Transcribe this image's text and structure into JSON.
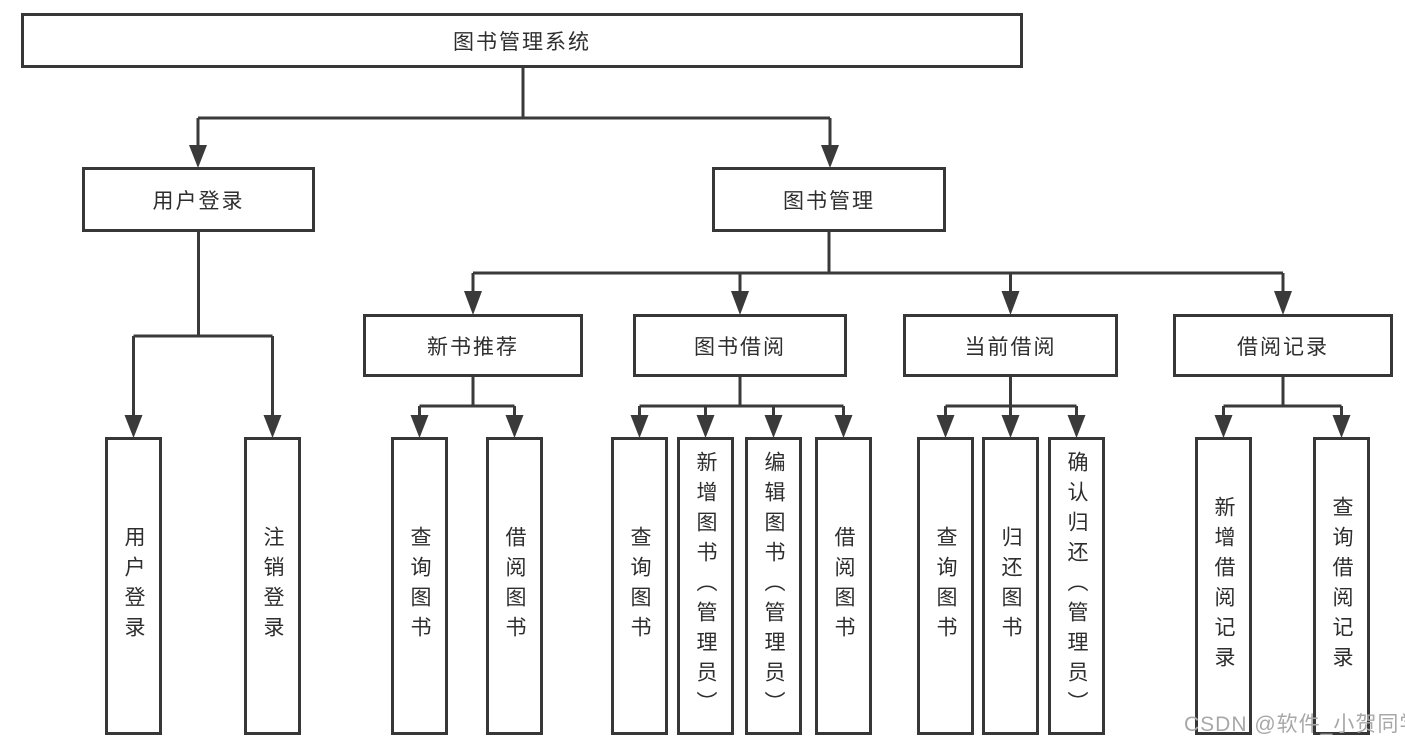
{
  "tree": {
    "root": {
      "label": "图书管理系统"
    },
    "children": [
      {
        "label": "用户登录",
        "children": [
          {
            "label": "用户登录"
          },
          {
            "label": "注销登录"
          }
        ]
      },
      {
        "label": "图书管理",
        "children": [
          {
            "label": "新书推荐",
            "children": [
              {
                "label": "查询图书"
              },
              {
                "label": "借阅图书"
              }
            ]
          },
          {
            "label": "图书借阅",
            "children": [
              {
                "label": "查询图书"
              },
              {
                "label": "新增图书（管理员）"
              },
              {
                "label": "编辑图书（管理员）"
              },
              {
                "label": "借阅图书"
              }
            ]
          },
          {
            "label": "当前借阅",
            "children": [
              {
                "label": "查询图书"
              },
              {
                "label": "归还图书"
              },
              {
                "label": "确认归还（管理员）"
              }
            ]
          },
          {
            "label": "借阅记录",
            "children": [
              {
                "label": "新增借阅记录"
              },
              {
                "label": "查询借阅记录"
              }
            ]
          }
        ]
      }
    ]
  },
  "watermark": {
    "text": "CSDN @软件_小贺同学",
    "color": "#a8a8a8"
  },
  "colors": {
    "line": "#3a3a3a",
    "border": "#373737",
    "text": "#2e2e2e",
    "background": "#ffffff",
    "box_fill": "#ffffff"
  }
}
